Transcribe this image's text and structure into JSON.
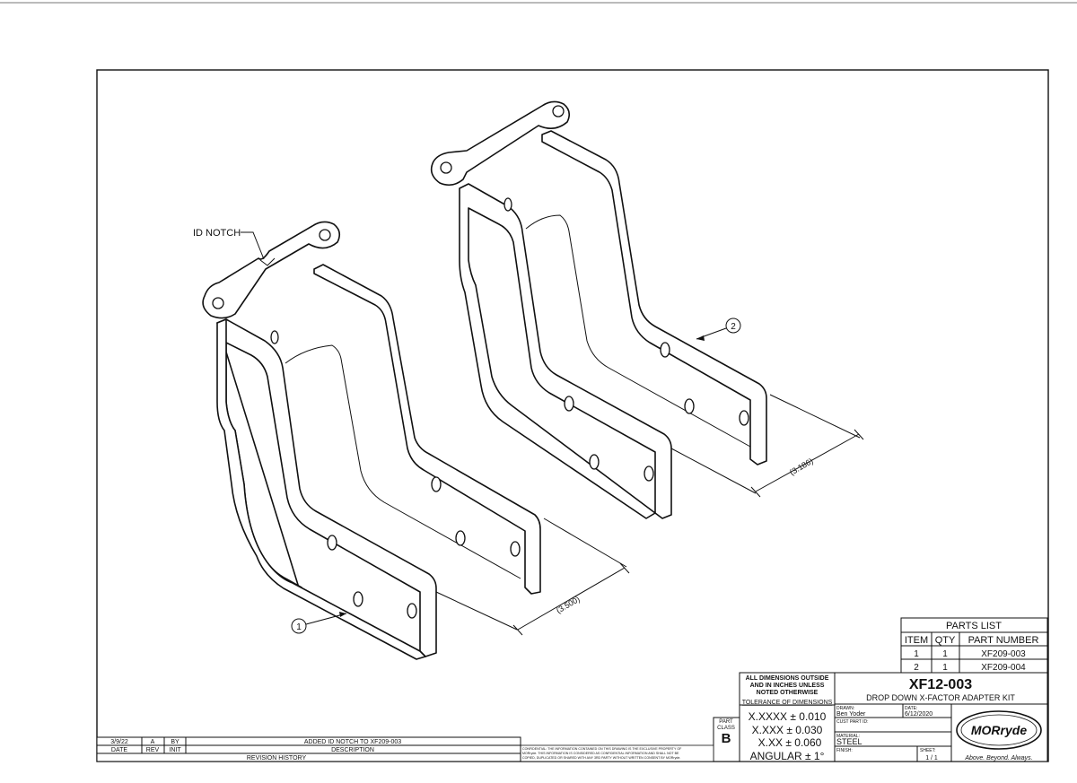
{
  "drawing": {
    "callouts": {
      "id_notch": "ID NOTCH",
      "balloon_1": "1",
      "balloon_2": "2",
      "dim_1": "(3.500)",
      "dim_2": "(3.186)"
    }
  },
  "parts_list": {
    "title": "PARTS LIST",
    "headers": [
      "ITEM",
      "QTY",
      "PART NUMBER"
    ],
    "rows": [
      {
        "item": "1",
        "qty": "1",
        "part_number": "XF209-003"
      },
      {
        "item": "2",
        "qty": "1",
        "part_number": "XF209-004"
      }
    ]
  },
  "title_block": {
    "note": [
      "ALL DIMENSIONS OUTSIDE",
      "AND IN INCHES UNLESS",
      "NOTED OTHERWISE"
    ],
    "tolerance_header": "TOLERANCE OF DIMENSIONS",
    "tolerances": [
      "X.XXXX ± 0.010",
      "X.XXX ± 0.030",
      "X.XX ± 0.060",
      "ANGULAR ± 1°"
    ],
    "part_class_label": [
      "PART",
      "CLASS"
    ],
    "part_class": "B",
    "drawing_number": "XF12-003",
    "drawing_title": "DROP DOWN X-FACTOR ADAPTER KIT",
    "drawn_label": "DRAWN:",
    "drawn_by": "Ben Yoder",
    "date_label": "DATE:",
    "date": "6/12/2020",
    "cust_part_label": "CUST PART ID:",
    "material_label": "MATERIAL:",
    "material": "STEEL",
    "finish_label": "FINISH:",
    "sheet_label": "SHEET:",
    "sheet": "1 / 1",
    "logo_text": "MORryde",
    "slogan": "Above. Beyond. Always.",
    "confidential": [
      "CONFIDENTIAL: THE INFORMATION CONTAINED ON THIS DRAWING IS THE EXCLUSIVE PROPERTY OF",
      "MORryde. THIS INFORMATION IS CONSIDERED AS CONFIDENTIAL INFORMATION AND SHALL NOT BE",
      "COPIED, DUPLICATED OR SHARED WITH ANY 3RD PARTY WITHOUT WRITTEN CONSENT BY MORryde."
    ]
  },
  "revision": {
    "entry": {
      "date": "3/9/22",
      "rev": "A",
      "by": "BY",
      "description": "ADDED ID NOTCH TO XF209-003"
    },
    "headers": {
      "date": "DATE",
      "rev": "REV",
      "init": "INIT",
      "description": "DESCRIPTION"
    },
    "title": "REVISION HISTORY"
  }
}
